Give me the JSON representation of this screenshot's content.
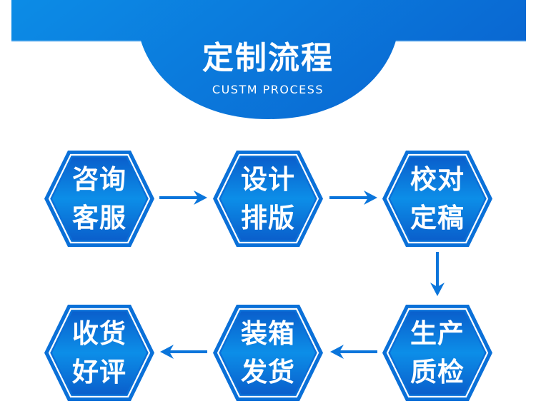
{
  "header": {
    "title": "定制流程",
    "subtitle": "CUSTM PROCESS"
  },
  "colors": {
    "banner_left": "#0C8CE6",
    "banner_right": "#0A68D2",
    "hex_outer": "#0A6FD6",
    "hex_inner_top": "#0A62CE",
    "hex_inner_mid": "#0C8EE8",
    "arrow": "#0A75DB",
    "text": "#FFFFFF"
  },
  "steps": [
    {
      "line1": "咨询",
      "line2": "客服"
    },
    {
      "line1": "设计",
      "line2": "排版"
    },
    {
      "line1": "校对",
      "line2": "定稿"
    },
    {
      "line1": "生产",
      "line2": "质检"
    },
    {
      "line1": "装箱",
      "line2": "发货"
    },
    {
      "line1": "收货",
      "line2": "好评"
    }
  ],
  "flow": [
    {
      "from": 0,
      "to": 1,
      "direction": "right"
    },
    {
      "from": 1,
      "to": 2,
      "direction": "right"
    },
    {
      "from": 2,
      "to": 3,
      "direction": "down"
    },
    {
      "from": 3,
      "to": 4,
      "direction": "left"
    },
    {
      "from": 4,
      "to": 5,
      "direction": "left"
    }
  ]
}
